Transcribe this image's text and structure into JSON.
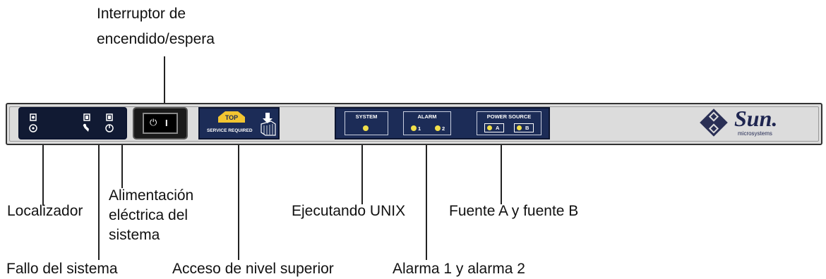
{
  "callouts": {
    "power_switch": [
      "Interruptor de",
      "encendido/espera"
    ],
    "locator": "Localizador",
    "system_power": [
      "Alimentación",
      "eléctrica del",
      "sistema"
    ],
    "system_fault": "Fallo del sistema",
    "top_access": "Acceso de nivel superior",
    "running_unix": "Ejecutando UNIX",
    "alarms": "Alarma 1 y alarma 2",
    "power_sources": "Fuente A y fuente B"
  },
  "panel": {
    "top_badge": "TOP",
    "service_required": "SERVICE REQUIRED",
    "system": "SYSTEM",
    "alarm": "ALARM",
    "alarm_1": "1",
    "alarm_2": "2",
    "power_source": "POWER SOURCE",
    "source_a": "A",
    "source_b": "B",
    "switch_off_symbol": "⏻",
    "switch_on_symbol": "I"
  },
  "logo": {
    "brand": "Sun.",
    "tagline": "microsystems"
  },
  "colors": {
    "panel_navy": "#1c2c57",
    "led_yellow": "#f2e04a",
    "top_badge": "#f2c531",
    "chassis": "#dcdcdc"
  },
  "icons": [
    "locator-icon",
    "fault-wrench-icon",
    "power-icon",
    "power-switch-icon",
    "service-box-icon",
    "sun-logo-icon"
  ]
}
